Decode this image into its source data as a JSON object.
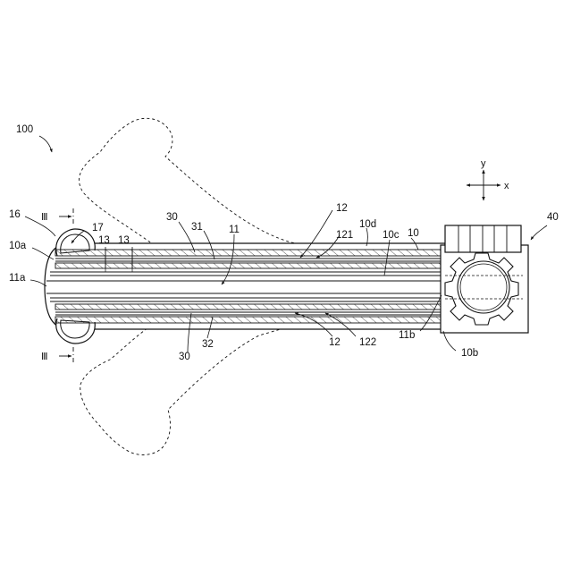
{
  "figure": {
    "labels": {
      "device": "100",
      "hook": "16",
      "hook_inner": "17",
      "end_a": "10a",
      "bore_end_a": "11a",
      "channel_left_1": "13",
      "channel_left_2": "13",
      "wall_top": "30",
      "wall_bottom": "30",
      "layer_top": "31",
      "layer_bottom": "32",
      "bore": "11",
      "channel_top": "12",
      "channel_bottom": "12",
      "channel_top_inner": "121",
      "channel_bottom_inner": "122",
      "surface_d": "10d",
      "surface_c": "10c",
      "body": "10",
      "bore_end_b": "11b",
      "end_b": "10b",
      "drive_unit": "40",
      "section_mark_top": "Ⅲ",
      "section_mark_bottom": "Ⅲ"
    },
    "axes": {
      "y_label": "y",
      "x_label": "x"
    },
    "colors": {
      "line": "#111111",
      "hatch": "#333333",
      "background": "#ffffff"
    }
  }
}
